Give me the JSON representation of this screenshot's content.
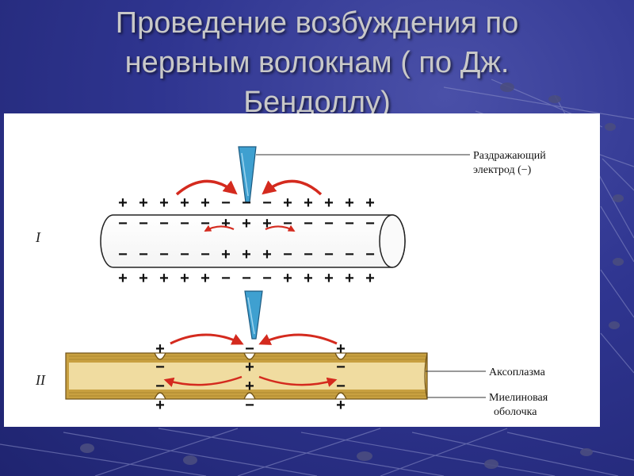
{
  "slide": {
    "title_line1": "Проведение возбуждения по",
    "title_line2": "нервным волокнам ( по Дж.",
    "title_line3": "Бендоллу)"
  },
  "diagram": {
    "fiber1_label": "I",
    "fiber2_label": "II",
    "electrode_label_line1": "Раздражающий",
    "electrode_label_line2": "электрод  (−)",
    "axoplasm_label": "Аксоплазма",
    "myelin_label_line1": "Миелиновая",
    "myelin_label_line2": "оболочка",
    "fiber1_top_outer": [
      "+",
      "+",
      "+",
      "+",
      "+",
      "−",
      "−",
      "−",
      "+",
      "+",
      "+",
      "+",
      "+"
    ],
    "fiber1_top_inner": [
      "−",
      "−",
      "−",
      "−",
      "−",
      "+",
      "+",
      "+",
      "−",
      "−",
      "−",
      "−",
      "−"
    ],
    "fiber1_bottom_inner": [
      "−",
      "−",
      "−",
      "−",
      "−",
      "+",
      "+",
      "+",
      "−",
      "−",
      "−",
      "−",
      "−"
    ],
    "fiber1_bottom_outer": [
      "+",
      "+",
      "+",
      "+",
      "+",
      "−",
      "−",
      "−",
      "+",
      "+",
      "+",
      "+",
      "+"
    ],
    "fiber2_node_outer": [
      "+",
      "−",
      "+"
    ],
    "fiber2_node_inner": [
      "−",
      "+",
      "−"
    ],
    "fiber2_node_inner_bottom": [
      "−",
      "+",
      "−"
    ],
    "fiber2_node_outer_bottom": [
      "+",
      "−",
      "+"
    ],
    "colors": {
      "arrow": "#d42a1e",
      "electrode": "#3fa0d0",
      "myelin": "#c8a040",
      "axoplasm": "#f0dca0"
    }
  }
}
